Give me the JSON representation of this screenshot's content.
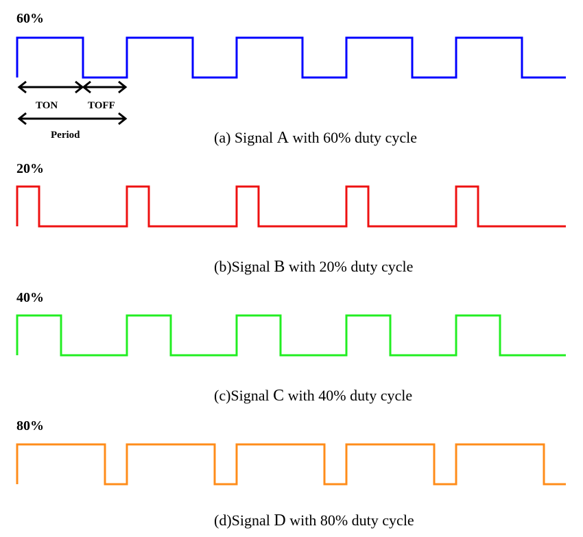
{
  "signals": [
    {
      "percent_label": "60%",
      "duty": 0.6,
      "color": "#0000ff",
      "caption_prefix": "(a)",
      "caption_name": " Signal ",
      "caption_letter": "A",
      "caption_rest": " with 60% duty cycle"
    },
    {
      "percent_label": "20%",
      "duty": 0.2,
      "color": "#ee1111",
      "caption_prefix": "(b)",
      "caption_name": "Signal ",
      "caption_letter": "B",
      "caption_rest": " with 20% duty cycle"
    },
    {
      "percent_label": "40%",
      "duty": 0.4,
      "color": "#22ee22",
      "caption_prefix": "(c)",
      "caption_name": "Signal ",
      "caption_letter": "C",
      "caption_rest": " with 40% duty cycle"
    },
    {
      "percent_label": "80%",
      "duty": 0.8,
      "color": "#ff8c1a",
      "caption_prefix": "(d)",
      "caption_name": "Signal ",
      "caption_letter": "D",
      "caption_rest": " with 80% duty cycle"
    }
  ],
  "cycles": 5,
  "annotations": {
    "ton": "TON",
    "toff": "TOFF",
    "period": "Period"
  }
}
